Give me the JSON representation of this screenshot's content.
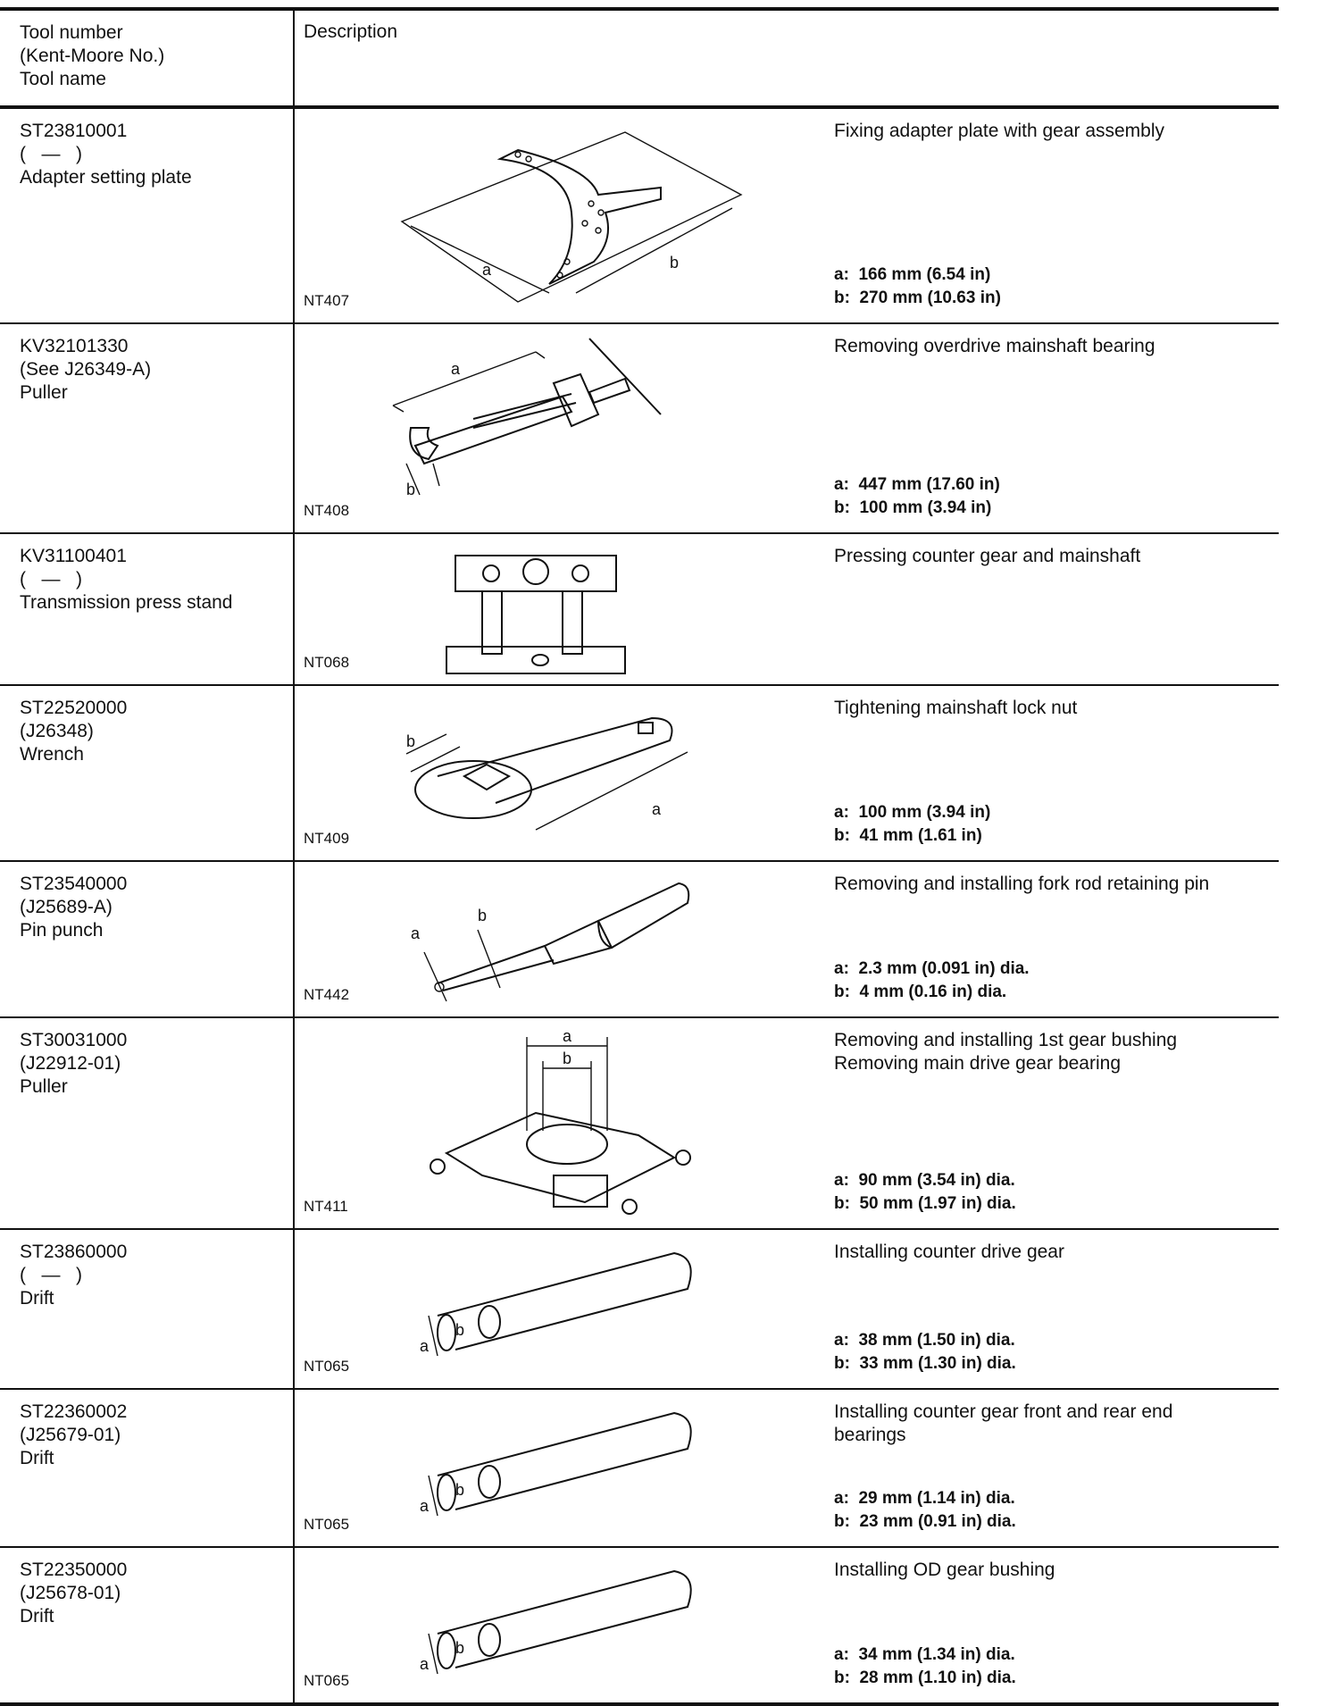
{
  "header": {
    "col1_lines": [
      "Tool number",
      "(Kent-Moore No.)",
      "Tool name"
    ],
    "col2": "Description"
  },
  "rows": [
    {
      "num": "ST23810001",
      "km": "(   —   )",
      "name": "Adapter setting plate",
      "nt": "NT407",
      "desc": "Fixing adapter plate with gear assembly",
      "dims": [
        "a:  166 mm (6.54 in)",
        "b:  270 mm (10.63 in)"
      ],
      "labels": [
        "a",
        "b"
      ]
    },
    {
      "num": "KV32101330",
      "km": "(See J26349-A)",
      "name": "Puller",
      "nt": "NT408",
      "desc": "Removing overdrive mainshaft bearing",
      "dims": [
        "a:  447 mm (17.60 in)",
        "b:  100 mm (3.94 in)"
      ],
      "labels": [
        "a",
        "b"
      ]
    },
    {
      "num": "KV31100401",
      "km": "(   —   )",
      "name": "Transmission press stand",
      "nt": "NT068",
      "desc": "Pressing counter gear and mainshaft",
      "dims": [],
      "labels": []
    },
    {
      "num": "ST22520000",
      "km": "(J26348)",
      "name": "Wrench",
      "nt": "NT409",
      "desc": "Tightening mainshaft lock nut",
      "dims": [
        "a:  100 mm (3.94 in)",
        "b:  41 mm (1.61 in)"
      ],
      "labels": [
        "a",
        "b"
      ]
    },
    {
      "num": "ST23540000",
      "km": "(J25689-A)",
      "name": "Pin punch",
      "nt": "NT442",
      "desc": "Removing and installing fork rod retaining pin",
      "dims": [
        "a:  2.3 mm (0.091 in) dia.",
        "b:  4 mm (0.16 in) dia."
      ],
      "labels": [
        "a",
        "b"
      ]
    },
    {
      "num": "ST30031000",
      "km": "(J22912-01)",
      "name": "Puller",
      "nt": "NT411",
      "desc": "Removing and installing 1st gear bushing\nRemoving main drive gear bearing",
      "dims": [
        "a:  90 mm (3.54 in) dia.",
        "b:  50 mm (1.97 in) dia."
      ],
      "labels": [
        "a",
        "b"
      ]
    },
    {
      "num": "ST23860000",
      "km": "(   —   )",
      "name": "Drift",
      "nt": "NT065",
      "desc": "Installing counter drive gear",
      "dims": [
        "a:  38 mm (1.50 in) dia.",
        "b:  33 mm (1.30 in) dia."
      ],
      "labels": [
        "a",
        "b"
      ]
    },
    {
      "num": "ST22360002",
      "km": "(J25679-01)",
      "name": "Drift",
      "nt": "NT065",
      "desc": "Installing counter gear front and rear end\nbearings",
      "dims": [
        "a:  29 mm (1.14 in) dia.",
        "b:  23 mm (0.91 in) dia."
      ],
      "labels": [
        "a",
        "b"
      ]
    },
    {
      "num": "ST22350000",
      "km": "(J25678-01)",
      "name": "Drift",
      "nt": "NT065",
      "desc": "Installing OD gear bushing",
      "dims": [
        "a:  34 mm (1.34 in) dia.",
        "b:  28 mm (1.10 in) dia."
      ],
      "labels": [
        "a",
        "b"
      ]
    }
  ]
}
